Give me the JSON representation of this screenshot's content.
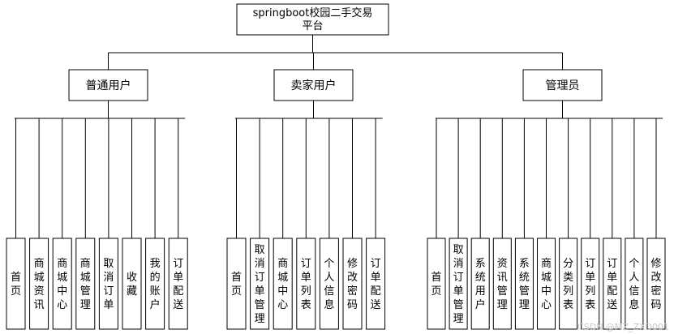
{
  "root": {
    "lines": [
      "springboot校园二手交易",
      "平台"
    ]
  },
  "groups": [
    {
      "label": "普通用户",
      "leaves": [
        "首页",
        "商城资讯",
        "商城中心",
        "商城管理",
        "取消订单",
        "收藏",
        "我的账户",
        "订单配送"
      ]
    },
    {
      "label": "卖家用户",
      "leaves": [
        "首页",
        "取消订单管理",
        "商城中心",
        "订单列表",
        "个人信息",
        "修改密码",
        "订单配送"
      ]
    },
    {
      "label": "管理员",
      "leaves": [
        "首页",
        "取消订单管理",
        "系统用户",
        "资讯管理",
        "系统管理",
        "商城中心",
        "分类列表",
        "订单列表",
        "订单配送",
        "个人信息",
        "修改密码"
      ]
    }
  ],
  "watermark": "CSDN @MZ_ZXD001"
}
